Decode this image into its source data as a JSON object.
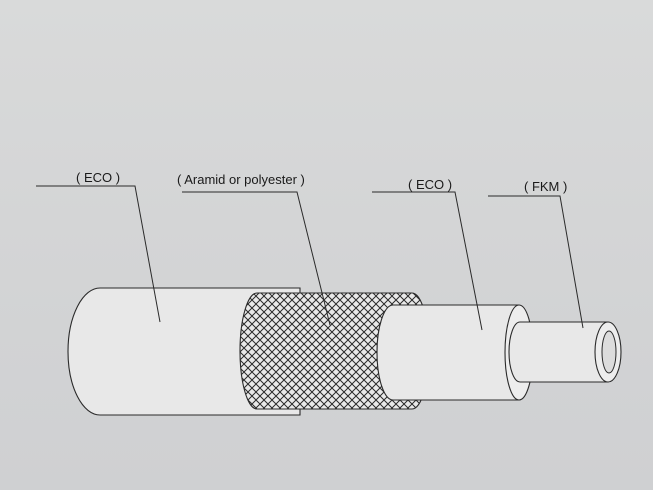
{
  "diagram": {
    "labels": {
      "outer_cover": "( ECO )",
      "braid": "( Aramid or polyester )",
      "middle_layer": "( ECO )",
      "inner_tube": "( FKM )"
    },
    "colors": {
      "background": "#d5d6d7",
      "line": "#2a2a2a",
      "layer_fill": "#e8e8e8"
    }
  }
}
